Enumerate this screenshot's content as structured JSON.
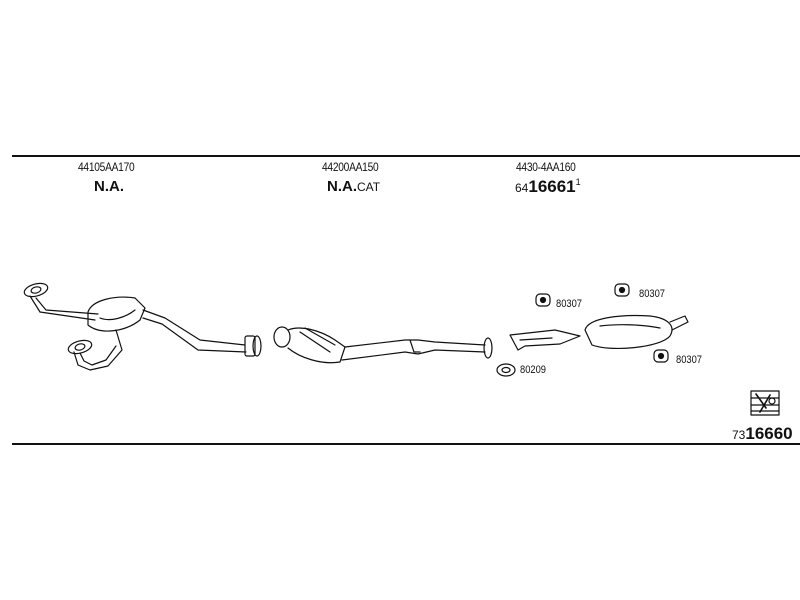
{
  "parts": [
    {
      "part_number": "44105AA170",
      "status": "N.A.",
      "suffix": ""
    },
    {
      "part_number": "44200AA150",
      "status": "N.A.",
      "suffix": "CAT"
    },
    {
      "part_number": "4430-4AA160",
      "prefix": "64",
      "code": "16661",
      "sup": "1"
    }
  ],
  "references": [
    "80307",
    "80307",
    "80307",
    "80209"
  ],
  "catalog": {
    "prefix": "73",
    "code": "16660"
  },
  "colors": {
    "line": "#111111",
    "paper": "#ffffff"
  },
  "icons": [
    "book-icon",
    "hanger-icon",
    "gasket-icon"
  ]
}
